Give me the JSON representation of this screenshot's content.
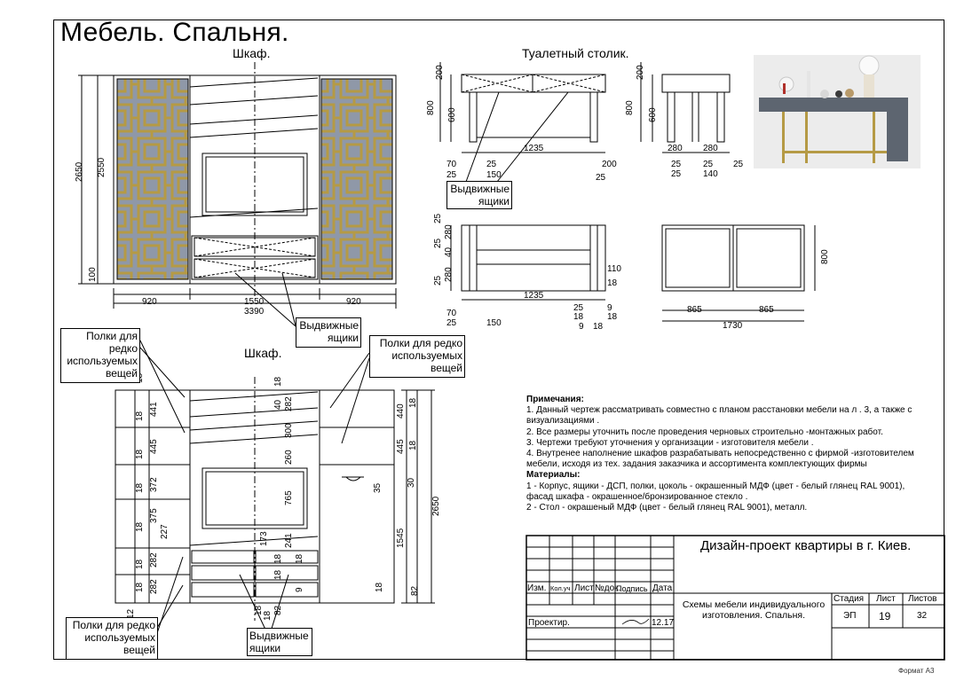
{
  "title": "Мебель. Спальня.",
  "labels": {
    "wardrobe_top": "Шкаф.",
    "wardrobe_bottom": "Шкаф.",
    "dressing_table": "Туалетный столик.",
    "drawers_1": [
      "Выдвижные",
      "ящики"
    ],
    "drawers_2": [
      "Выдвижные",
      "ящики"
    ],
    "drawers_3": [
      "Выдвижные",
      "ящики"
    ],
    "shelves_left": [
      "Полки для",
      "редко",
      "используемых",
      "вещей"
    ],
    "shelves_right": [
      "Полки для редко",
      "используемых",
      "вещей"
    ],
    "shelves_bottom": [
      "Полки для редко",
      "используемых",
      "вещей"
    ]
  },
  "dims_top": {
    "h2650": "2650",
    "h2550": "2550",
    "h100": "100",
    "w920a": "920",
    "w1550": "1550",
    "w920b": "920",
    "w3390": "3390"
  },
  "dims_table": {
    "h200": "200",
    "h800": "800",
    "h600": "600",
    "w1235": "1235",
    "d70": "70",
    "d25": "25",
    "d150": "150",
    "d25b": "25",
    "d200": "200",
    "d25c": "25",
    "s200": "200",
    "s800": "800",
    "s600": "600",
    "s280a": "280",
    "s280b": "280",
    "s25a": "25",
    "s25b": "25",
    "s140": "140",
    "s25c": "25",
    "s25d": "25",
    "p25a": "25",
    "p40": "40",
    "p280a": "280",
    "p280b": "280",
    "p25b": "25",
    "p25c": "25",
    "p1235": "1235",
    "p110": "110",
    "p18a": "18",
    "p25d": "25",
    "p18b": "18",
    "p9a": "9",
    "p18c": "18",
    "p9b": "9",
    "p18d": "18",
    "p70": "70",
    "p25e": "25",
    "p150": "150",
    "t800": "800",
    "t865a": "865",
    "t865b": "865",
    "t1730": "1730"
  },
  "dims_bottom": {
    "l18a": "18",
    "l441": "441",
    "l18b": "18",
    "l445": "445",
    "l18c": "18",
    "l372": "372",
    "l18d": "18",
    "l375": "375",
    "l227": "227",
    "l18e": "18",
    "l282a": "282",
    "l18f": "18",
    "l282b": "282",
    "l12": "12",
    "l18g": "18",
    "c18": "18",
    "c40": "40",
    "c282": "282",
    "c300": "300",
    "c260": "260",
    "c765": "765",
    "c173": "173",
    "c241": "241",
    "c18a": "18",
    "c18b": "18",
    "c18c": "18",
    "c9": "9",
    "c18d": "18",
    "c82": "82",
    "c18e": "18",
    "r440": "440",
    "r18a": "18",
    "r18b": "18",
    "r445": "445",
    "r30": "30",
    "r35": "35",
    "r2650": "2650",
    "r1545": "1545",
    "r18c": "18",
    "r82": "82"
  },
  "notes": {
    "heading": "Примечания:",
    "lines": [
      "1. Данный чертеж рассматривать совместно с планом расстановки мебели на л . 3, а также с",
      "визуализациями .",
      "2. Все размеры уточнить после проведения черновых строительно -монтажных работ.",
      "3. Чертежи требуют уточнения у организации - изготовителя мебели .",
      "4. Внутренее наполнение шкафов разрабатывать непосредственно с фирмой -изготовителем",
      "мебели, исходя из тех. задания заказчика и ассортимента комплектующих фирмы"
    ],
    "materials_heading": "Материалы:",
    "materials": [
      "1 - Корпус, ящики - ДСП, полки, цоколь - окрашенный МДФ (цвет - белый глянец RAL 9001),",
      "фасад шкафа - окрашенное/бронзированное стекло .",
      "2 - Стол - окрашеный МДФ (цвет - белый глянец RAL 9001), металл."
    ]
  },
  "stamp": {
    "project": "Дизайн-проект квартиры в г. Киев.",
    "cols": [
      "Изм.",
      "Кол.уч",
      "Лист",
      "№док.",
      "Подпись",
      "Дата"
    ],
    "role": "Проектир.",
    "date": "12.17",
    "sheet_title": [
      "Схемы мебели индивидуального",
      "изготовления. Спальня."
    ],
    "stage_label": "Стадия",
    "sheet_label": "Лист",
    "sheets_label": "Листов",
    "stage": "ЭП",
    "sheet": "19",
    "sheets": "32",
    "format": "Формат А3"
  },
  "colors": {
    "gold": "#b59a45",
    "glass": "#8f98a8",
    "table": "#5d6570",
    "photo_bg": "#e9e9e9"
  }
}
